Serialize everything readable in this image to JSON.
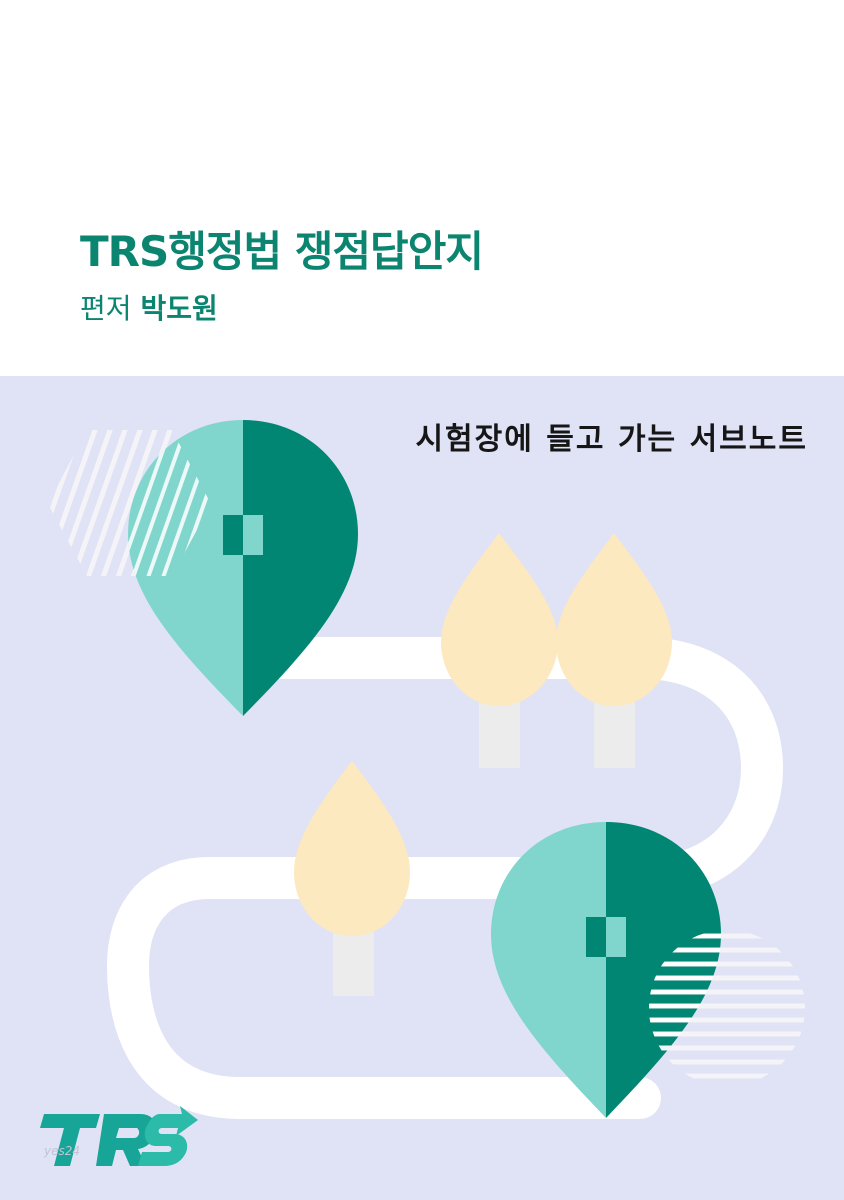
{
  "book": {
    "title": "TRS행정법 쟁점답안지",
    "author_role": "편저",
    "author_name": "박도원",
    "subtitle": "시험장에 들고 가는 서브노트"
  },
  "logo": {
    "text": "TRS"
  },
  "watermark": "yes24",
  "colors": {
    "title": "#0b8570",
    "panel_background": "#e0e2f5",
    "pin_dark": "#008673",
    "pin_light": "#80d6cc",
    "drop": "#fde9bf",
    "trunk": "#ececec",
    "path": "#ffffff"
  },
  "icons": [
    "map-pin-icon",
    "tree-icon",
    "winding-path",
    "trs-logo"
  ]
}
